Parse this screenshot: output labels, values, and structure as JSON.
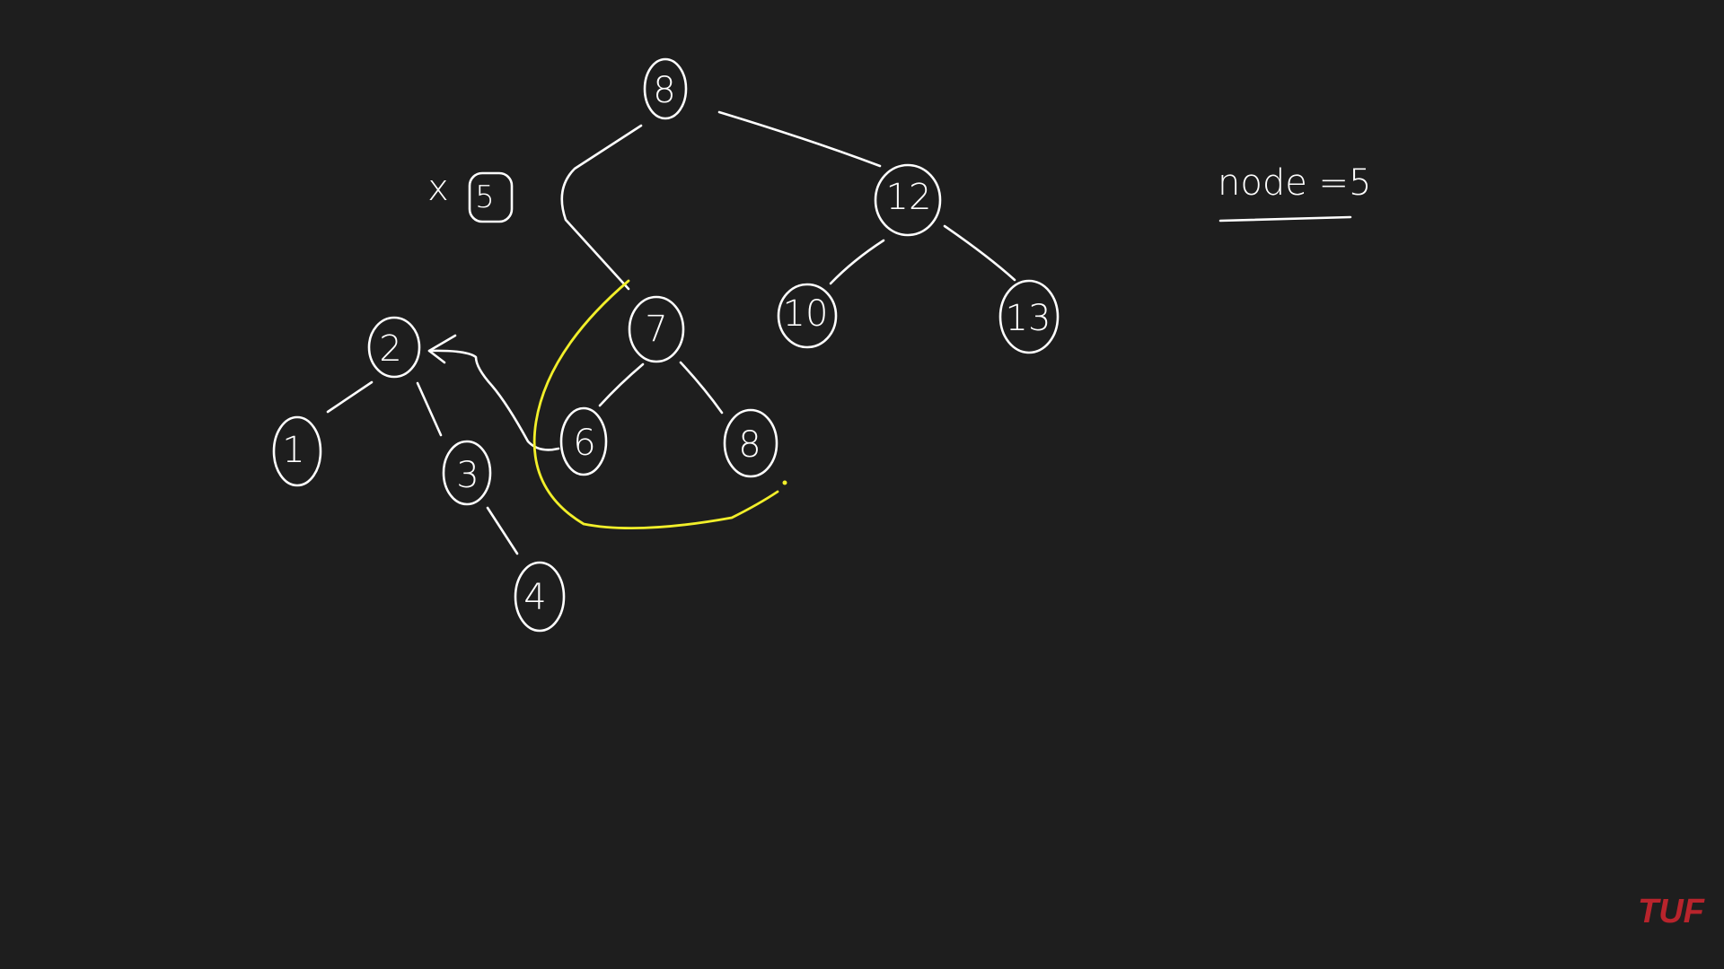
{
  "canvas": {
    "background": "#1e1e1e",
    "ink": "#ffffff",
    "highlight": "#f2ef2a"
  },
  "note": {
    "text": "node =5"
  },
  "deleted_marker": {
    "cross": "x",
    "value": "5"
  },
  "tree_nodes": [
    {
      "id": "root",
      "label": "8"
    },
    {
      "id": "n12",
      "label": "12"
    },
    {
      "id": "n10",
      "label": "10"
    },
    {
      "id": "n13",
      "label": "13"
    },
    {
      "id": "n7",
      "label": "7"
    },
    {
      "id": "n6",
      "label": "6"
    },
    {
      "id": "n8b",
      "label": "8"
    },
    {
      "id": "n2",
      "label": "2"
    },
    {
      "id": "n1",
      "label": "1"
    },
    {
      "id": "n3",
      "label": "3"
    },
    {
      "id": "n4",
      "label": "4"
    }
  ],
  "edges": [
    {
      "from": "root",
      "to": "n12"
    },
    {
      "from": "root",
      "to": "n7"
    },
    {
      "from": "n12",
      "to": "n10"
    },
    {
      "from": "n12",
      "to": "n13"
    },
    {
      "from": "n7",
      "to": "n6"
    },
    {
      "from": "n7",
      "to": "n8b"
    },
    {
      "from": "n2",
      "to": "n1"
    },
    {
      "from": "n2",
      "to": "n3"
    },
    {
      "from": "n3",
      "to": "n4"
    },
    {
      "from": "n6",
      "to": "n2"
    }
  ],
  "logo": {
    "text": "TUF",
    "color": "#b8242c"
  }
}
